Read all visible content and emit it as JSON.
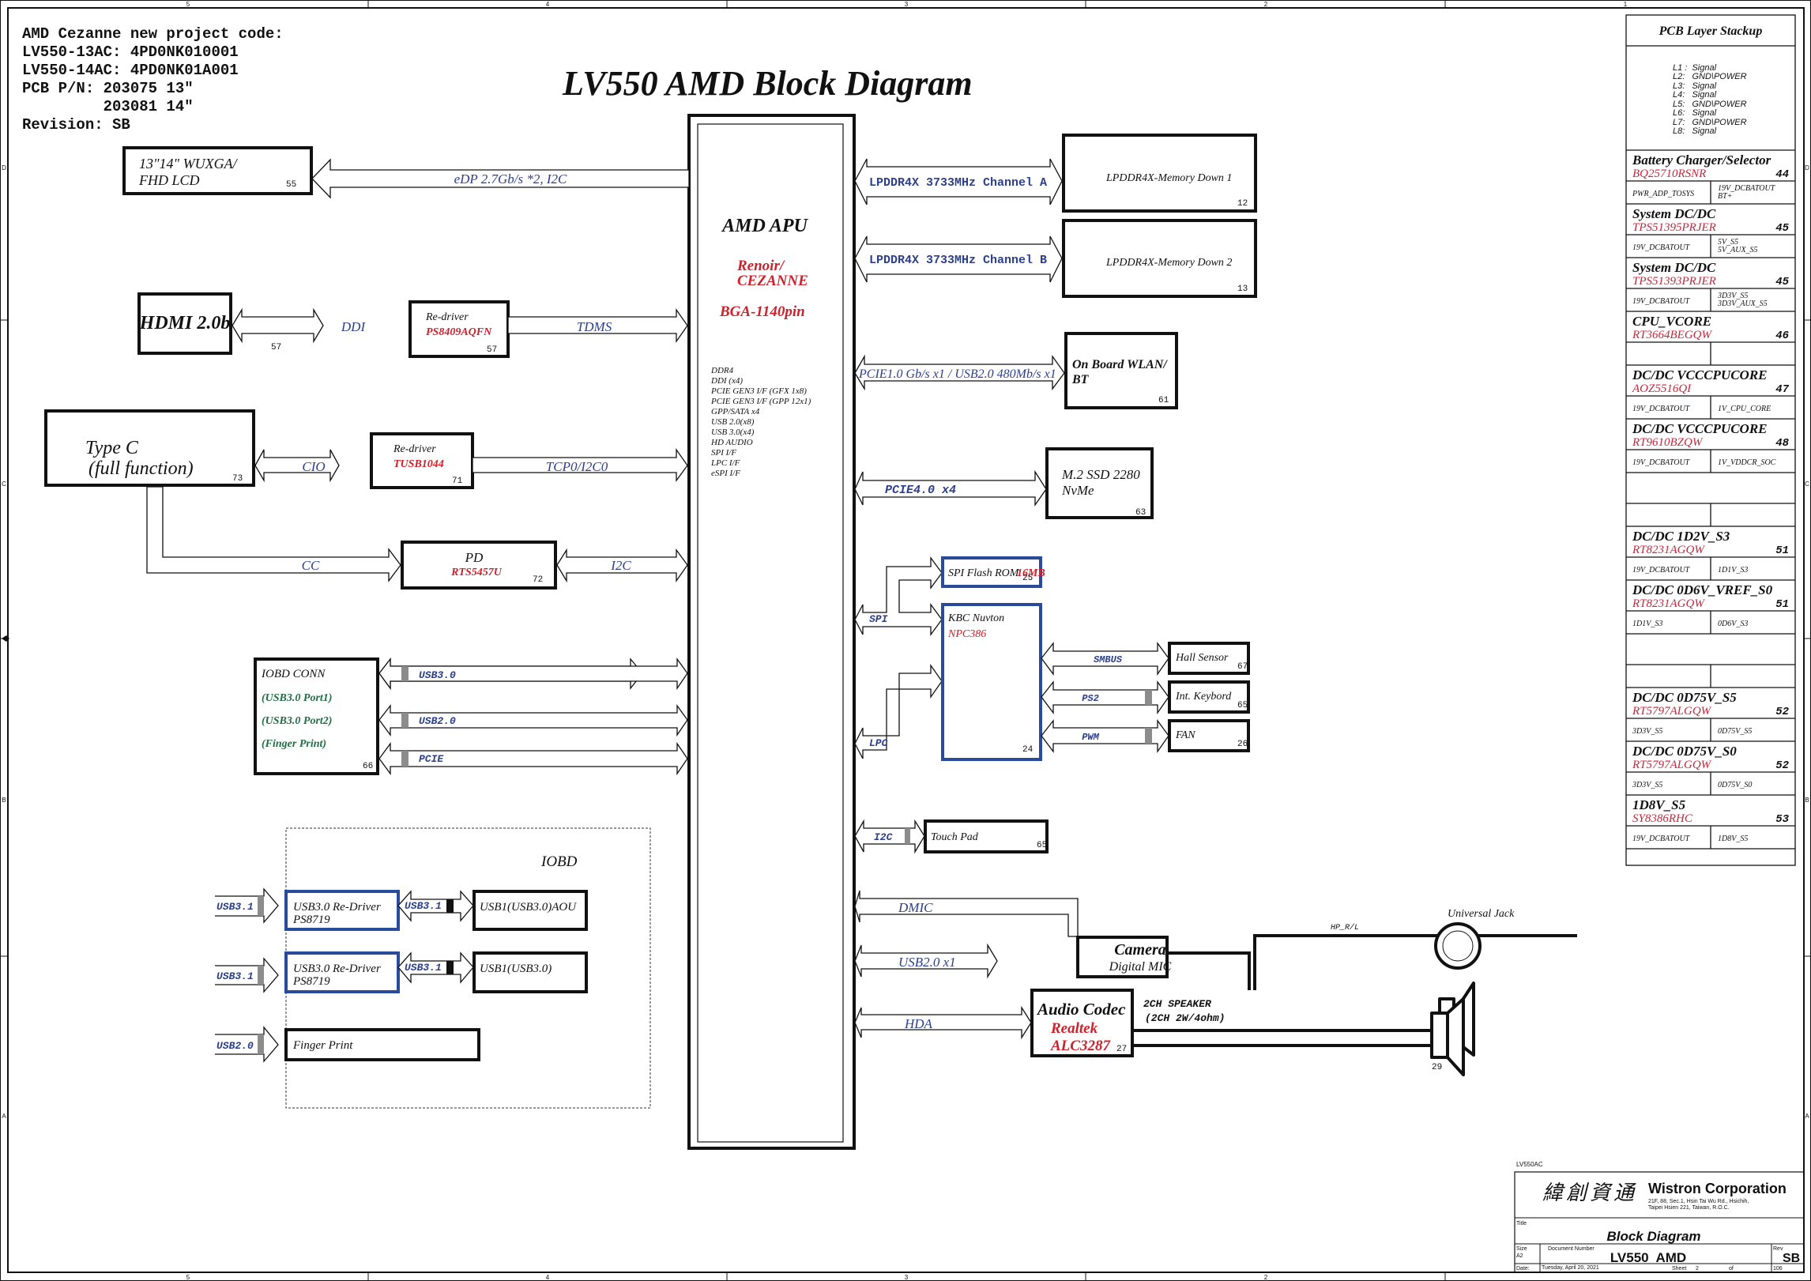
{
  "header": {
    "project_lines": [
      "AMD Cezanne new project code:",
      "LV550-13AC: 4PD0NK010001",
      "LV550-14AC: 4PD0NK01A001",
      "PCB P/N: 203075 13\"",
      "         203081 14\"",
      "Revision: SB"
    ],
    "title": "LV550 AMD Block Diagram"
  },
  "frame": {
    "columns": [
      "5",
      "4",
      "3",
      "2",
      "1"
    ],
    "rows": [
      "D",
      "C",
      "B",
      "A"
    ]
  },
  "apu": {
    "title": "AMD APU",
    "codename_1": "Renoir/",
    "codename_2": "CEZANNE",
    "package": "BGA-1140pin",
    "interfaces": [
      "DDR4",
      "DDI (x4)",
      "PCIE GEN3 I/F (GFX 1x8)",
      "PCIE GEN3 I/F (GPP 12x1)",
      "GPP/SATA x4",
      "USB 2.0(x8)",
      "USB 3.0(x4)",
      "HD AUDIO",
      "SPI I/F",
      "LPC I/F",
      "eSPI I/F"
    ]
  },
  "left_blocks": {
    "lcd": {
      "line1": "13\"14\"  WUXGA/",
      "line2": "FHD LCD",
      "page": "55",
      "bus": "eDP 2.7Gb/s *2, I2C"
    },
    "hdmi": {
      "label": "HDMI 2.0b",
      "page": "57",
      "bus_left": "DDI",
      "bus_right": "TDMS"
    },
    "hdmi_redriver": {
      "label": "Re-driver",
      "part": "PS8409AQFN",
      "page": "57"
    },
    "typec": {
      "line1": "Type C",
      "line2": "(full function)",
      "page": "73",
      "bus_left": "CIO",
      "bus_right": "TCP0/I2C0",
      "bus_cc": "CC"
    },
    "typec_redriver": {
      "label": "Re-driver",
      "part": "TUSB1044",
      "page": "71"
    },
    "pd": {
      "label": "PD",
      "part": "RTS5457U",
      "page": "72",
      "bus": "I2C"
    },
    "iobd_conn": {
      "title": "IOBD CONN",
      "items": [
        "(USB3.0 Port1)",
        "(USB3.0 Port2)",
        "(Finger Print)"
      ],
      "page": "66",
      "buses": [
        "USB3.0",
        "USB2.0",
        "PCIE"
      ]
    }
  },
  "iobd": {
    "title": "IOBD",
    "in_buses": [
      "USB3.1",
      "USB3.1",
      "USB2.0"
    ],
    "redriver_1": {
      "line1": "USB3.0 Re-Driver",
      "line2": "PS8719",
      "bus": "USB3.1",
      "target": "USB1(USB3.0)AOU"
    },
    "redriver_2": {
      "line1": "USB3.0 Re-Driver",
      "line2": "PS8719",
      "bus": "USB3.1",
      "target": "USB1(USB3.0)"
    },
    "finger_print": "Finger Print"
  },
  "right_blocks": {
    "mem_a": {
      "bus": "LPDDR4X 3733MHz Channel A",
      "label": "LPDDR4X-Memory Down 1",
      "page": "12"
    },
    "mem_b": {
      "bus": "LPDDR4X 3733MHz Channel B",
      "label": "LPDDR4X-Memory Down 2",
      "page": "13"
    },
    "wlan": {
      "bus": "PCIE1.0 Gb/s x1 / USB2.0 480Mb/s x1",
      "line1": "On Board WLAN/",
      "line2": "BT",
      "page": "61"
    },
    "ssd": {
      "bus": "PCIE4.0 x4",
      "line1": "M.2 SSD 2280",
      "line2": "NvMe",
      "page": "63"
    },
    "spi_rom": {
      "label": "SPI Flash ROM",
      "size": "16MB",
      "page": "25",
      "bus": "SPI"
    },
    "kbc": {
      "label": "KBC Nuvton",
      "part": "NPC386",
      "page": "24",
      "bus": "LPC"
    },
    "hall": {
      "bus": "SMBUS",
      "label": "Hall Sensor",
      "page": "67"
    },
    "keyboard": {
      "bus": "PS2",
      "label": "Int. Keybord",
      "page": "65"
    },
    "fan": {
      "bus": "PWM",
      "label": "FAN",
      "page": "26"
    },
    "touchpad": {
      "bus": "I2C",
      "label": "Touch Pad",
      "page": "65"
    },
    "camera": {
      "bus_dmic": "DMIC",
      "bus_usb": "USB2.0 x1",
      "line1": "Camera",
      "line2": "Digital MIC"
    },
    "audio": {
      "bus": "HDA",
      "line1": "Audio Codec",
      "line2": "Realtek",
      "line3": "ALC3287",
      "page": "27"
    },
    "jack": {
      "label": "Universal Jack",
      "signal": "HP_R/L"
    },
    "speaker": {
      "line1": "2CH SPEAKER",
      "line2": "(2CH 2W/4ohm)",
      "page": "29"
    }
  },
  "power_table": {
    "stackup_title": "PCB Layer Stackup",
    "layers": [
      "L1 :  Signal",
      "L2:   GND\\POWER",
      "L3:   Signal",
      "L4:   Signal",
      "L5:   GND\\POWER",
      "L6:   Signal",
      "L7:   GND\\POWER",
      "L8:   Signal"
    ],
    "rows": [
      {
        "title": "Battery Charger/Selector",
        "part": "BQ25710RSNR",
        "page": "44",
        "in": "PWR_ADP_TOSYS",
        "out": "19V_DCBATOUT",
        "out2": "BT+"
      },
      {
        "title": "System DC/DC",
        "part": "TPS51395PRJER",
        "page": "45",
        "in": "19V_DCBATOUT",
        "out": "5V_S5",
        "out2": "5V_AUX_S5"
      },
      {
        "title": "System DC/DC",
        "part": "TPS51393PRJER",
        "page": "45",
        "in": "19V_DCBATOUT",
        "out": "3D3V_S5",
        "out2": "3D3V_AUX_S5"
      },
      {
        "title": "CPU_VCORE",
        "part": "RT3664BEGQW",
        "page": "46",
        "in": "",
        "out": "",
        "out2": ""
      },
      {
        "title": "DC/DC VCCCPUCORE",
        "part": "AOZ5516QI",
        "page": "47",
        "in": "19V_DCBATOUT",
        "out": "1V_CPU_CORE",
        "out2": ""
      },
      {
        "title": "DC/DC VCCCPUCORE",
        "part": "RT9610BZQW",
        "page": "48",
        "in": "19V_DCBATOUT",
        "out": "1V_VDDCR_SOC",
        "out2": ""
      },
      {
        "title": "",
        "part": "",
        "page": "",
        "in": "",
        "out": "",
        "out2": ""
      },
      {
        "title": "DC/DC 1D2V_S3",
        "part": "RT8231AGQW",
        "page": "51",
        "in": "19V_DCBATOUT",
        "out": "1D1V_S3",
        "out2": ""
      },
      {
        "title": "DC/DC 0D6V_VREF_S0",
        "part": "RT8231AGQW",
        "page": "51",
        "in": "1D1V_S3",
        "out": "0D6V_S3",
        "out2": ""
      },
      {
        "title": "",
        "part": "",
        "page": "",
        "in": "",
        "out": "",
        "out2": ""
      },
      {
        "title": "DC/DC 0D75V_S5",
        "part": "RT5797ALGQW",
        "page": "52",
        "in": "3D3V_S5",
        "out": "0D75V_S5",
        "out2": ""
      },
      {
        "title": "DC/DC 0D75V_S0",
        "part": "RT5797ALGQW",
        "page": "52",
        "in": "3D3V_S5",
        "out": "0D75V_S0",
        "out2": ""
      },
      {
        "title": "1D8V_S5",
        "part": "SY8386RHC",
        "page": "53",
        "in": "19V_DCBATOUT",
        "out": "1D8V_S5",
        "out2": ""
      }
    ]
  },
  "title_block": {
    "project_tag": "LV550AC",
    "company_cn": "緯創資通",
    "company": "Wistron Corporation",
    "address_1": "21F, 88, Sec.1, Hsin Tai Wu Rd., Hsichih,",
    "address_2": "Taipei Hsien 221, Taiwan, R.O.C.",
    "title_label": "Title",
    "title": "Block Diagram",
    "size_label": "Size",
    "size": "A2",
    "doc_label": "Document Number",
    "doc": "LV550  AMD",
    "rev_label": "Rev",
    "rev": "SB",
    "date_label": "Date:",
    "date": "Tuesday, April 20, 2021",
    "sheet_label": "Sheet",
    "sheet": "2",
    "of_label": "of",
    "total": "106"
  }
}
